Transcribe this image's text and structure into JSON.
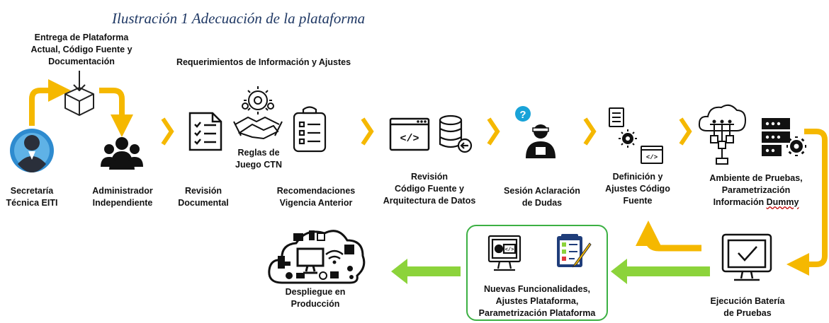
{
  "caption": "Ilustración 1 Adecuación de la plataforma",
  "labels": {
    "entrega": "Entrega de Plataforma\nActual, Código Fuente y\nDocumentación",
    "requerimientos": "Requerimientos de Información y Ajustes",
    "secretaria": "Secretaría\nTécnica EITI",
    "administrador": "Administrador\nIndependiente",
    "revision_doc": "Revisión\nDocumental",
    "reglas": "Reglas de\nJuego CTN",
    "recomendaciones": "Recomendaciones\nVigencia Anterior",
    "revision_codigo": "Revisión\nCódigo Fuente y\nArquitectura de Datos",
    "sesion": "Sesión Aclaración\nde Dudas",
    "definicion": "Definición y\nAjustes Código\nFuente",
    "ambiente_l1": "Ambiente de Pruebas,",
    "ambiente_l2": "Parametrización",
    "ambiente_l3a": "Información ",
    "ambiente_l3b": "Dummy",
    "despliegue": "Despliegue en\nProducción",
    "nuevas": "Nuevas Funcionalidades,\nAjustes Plataforma,\nParametrización Plataforma",
    "ejecucion": "Ejecución Batería\nde Pruebas"
  },
  "icon_text": {
    "code_tag": "</>",
    "question": "?"
  },
  "colors": {
    "flow_arrow": "#f5b800",
    "back_arrow": "#8cd33b",
    "box_border": "#3cb043",
    "caption": "#1f3864",
    "question_badge": "#19a3d8"
  }
}
